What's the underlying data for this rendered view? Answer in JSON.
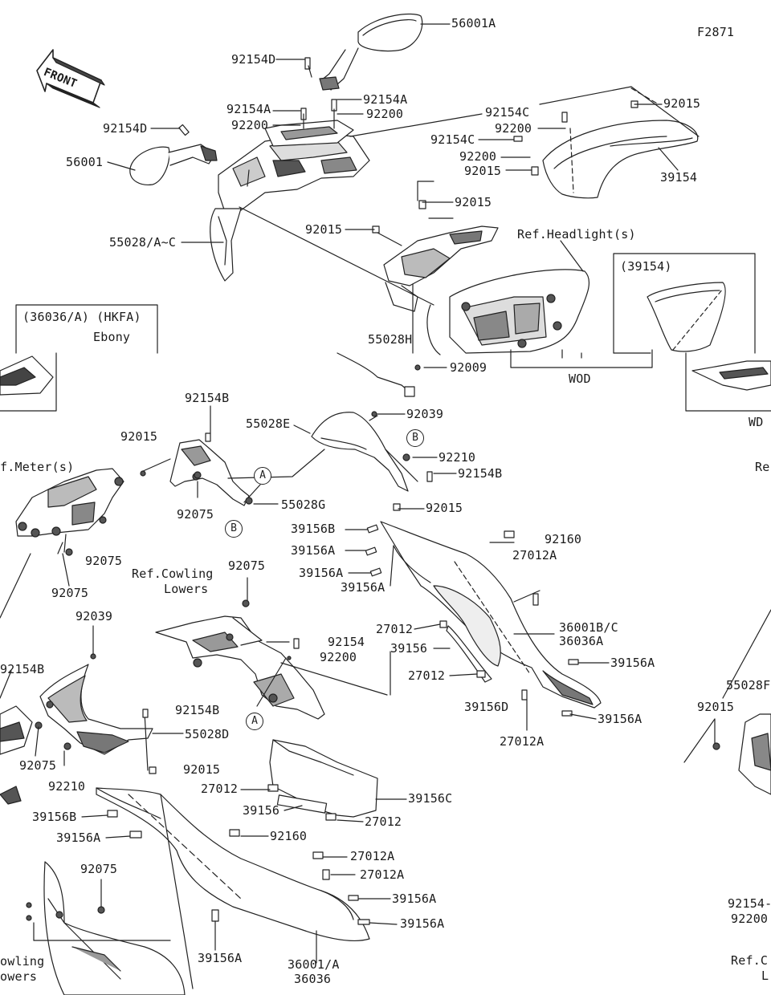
{
  "figure_code": "F2871",
  "front_label": "FRONT",
  "labels": {
    "p56001A": "56001A",
    "p92154D_top": "92154D",
    "p92154A_l": "92154A",
    "p92154A_r": "92154A",
    "p92200_l": "92200",
    "p92200_r": "92200",
    "p92154C_top": "92154C",
    "p92015_tr": "92015",
    "p92200_mid": "92200",
    "p92154C_mid": "92154C",
    "p92200_mid2": "92200",
    "p92015_mid": "92015",
    "p39154": "39154",
    "p92154D_l": "92154D",
    "p56001": "56001",
    "p92015_c1": "92015",
    "p92015_c2": "92015",
    "ref_headlight": "Ref.Headlight(s)",
    "p55028AC": "55028/A~C",
    "p55028H": "55028H",
    "p92009": "92009",
    "wod": "WOD",
    "box_39154": "(39154)",
    "wd": "WD",
    "box_36036": "(36036/A) (HKFA)",
    "ebony": "Ebony",
    "p92154B_l": "92154B",
    "p55028E": "55028E",
    "p92039_top": "92039",
    "circle_B": "B",
    "p92210_r": "92210",
    "p92154B_r": "92154B",
    "p92015_left": "92015",
    "ref_meter": "f.Meter(s)",
    "ref_edge_right": "Re",
    "circle_A": "A",
    "p55028G": "55028G",
    "p92075_a": "92075",
    "p92015_ctr": "92015",
    "p92075_b": "92075",
    "p92075_c": "92075",
    "p39156B_top": "39156B",
    "p92160_top": "92160",
    "p39156A_1": "39156A",
    "p27012A_1": "27012A",
    "p39156A_2": "39156A",
    "p39156A_3": "39156A",
    "ref_cowling_lowers_1": "Ref.Cowling",
    "ref_cowling_lowers_2": "Lowers",
    "p92075_d": "92075",
    "p27012_a": "27012",
    "p36001BC": "36001B/C",
    "p36036A": "36036A",
    "p39156": "39156",
    "p92039_l": "92039",
    "p92154_c": "92154",
    "p92200_c": "92200",
    "p39156A_4": "39156A",
    "p92154B_edge": "92154B",
    "p55028F_edge": "55028F",
    "p27012_b": "27012",
    "p39156D": "39156D",
    "p92015_edge": "92015",
    "p92154B_c": "92154B",
    "p39156A_5": "39156A",
    "p27012A_2": "27012A",
    "p92075_e": "92075",
    "p55028D": "55028D",
    "p92210_l": "92210",
    "p92015_low": "92015",
    "p27012_c": "27012",
    "p39156C": "39156C",
    "p39156_b": "39156",
    "p27012_d": "27012",
    "p39156B_low": "39156B",
    "p39156A_6": "39156A",
    "p92160_low": "92160",
    "p27012A_3": "27012A",
    "p27012A_4": "27012A",
    "p39156A_7": "39156A",
    "p92075_f": "92075",
    "p39156A_8": "39156A",
    "p92154_edge": "92154-",
    "p92200_edge": "92200",
    "p39156A_9": "39156A",
    "p36001A": "36001/A",
    "p36036": "36036",
    "ref_cowling_edge_1": "owling",
    "ref_cowling_edge_2": "owers",
    "ref_c_edge_1": "Ref.C",
    "ref_c_edge_2": "L"
  }
}
